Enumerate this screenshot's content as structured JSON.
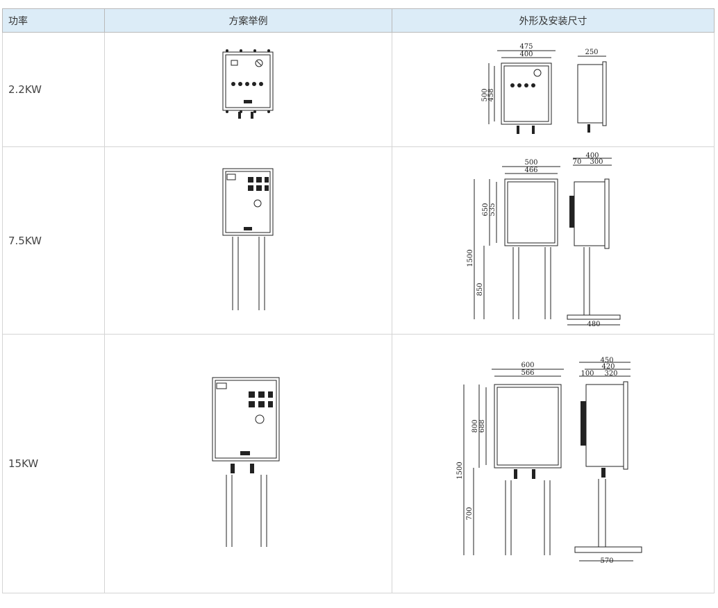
{
  "table": {
    "headers": [
      "功率",
      "方案举例",
      "外形及安装尺寸"
    ],
    "rows": [
      {
        "power": "2.2KW",
        "example_icon": "explosion-proof-box-drawing",
        "dims": {
          "w_outer": "475",
          "w_inner": "400",
          "h_outer": "500",
          "h_inner": "458",
          "depth": "250"
        }
      },
      {
        "power": "7.5KW",
        "example_icon": "explosion-proof-box-on-stand-drawing",
        "dims": {
          "w_outer": "500",
          "w_inner": "466",
          "h_outer": "650",
          "h_inner": "535",
          "total": "1500",
          "leg": "850",
          "d1": "400",
          "d2": "70",
          "d3": "300",
          "base": "480"
        }
      },
      {
        "power": "15KW",
        "example_icon": "explosion-proof-box-on-stand-drawing",
        "dims": {
          "w_outer": "600",
          "w_inner": "566",
          "h_outer": "800",
          "h_inner": "688",
          "total": "1500",
          "leg": "700",
          "d1": "450",
          "d2": "420",
          "d3": "100",
          "d4": "320",
          "base": "570"
        }
      }
    ]
  }
}
